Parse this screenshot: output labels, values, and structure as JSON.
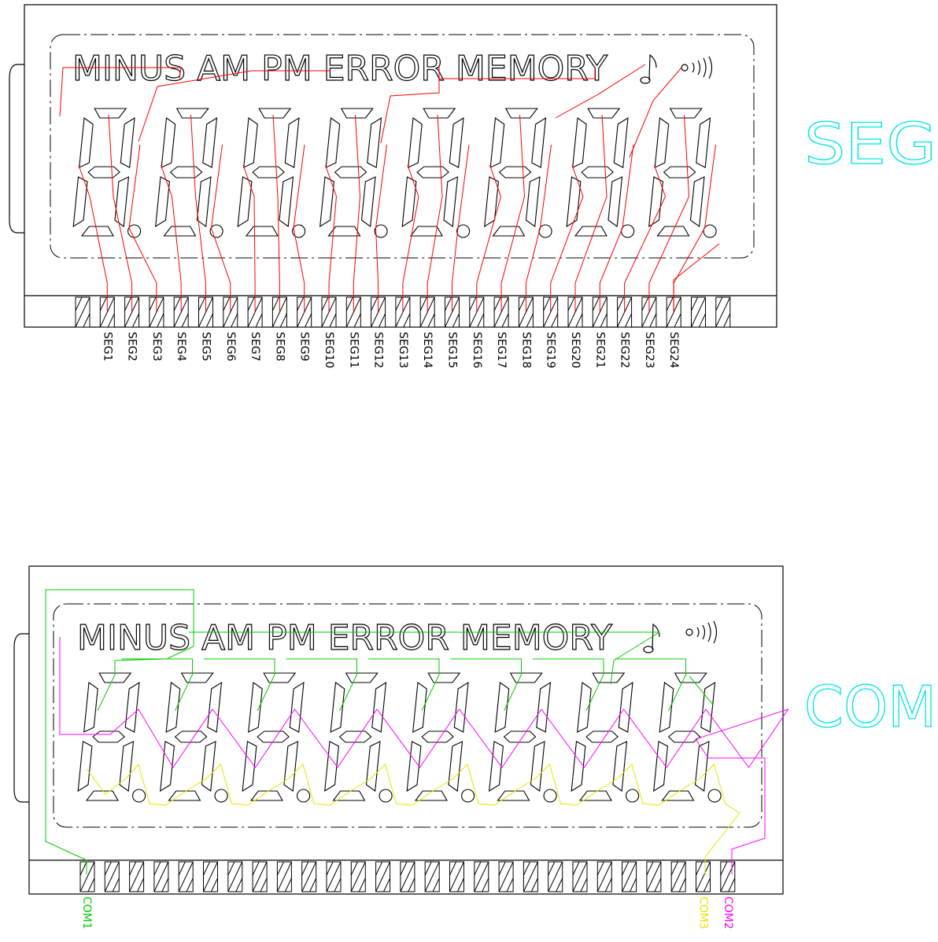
{
  "panels": [
    {
      "id": "seg",
      "title": "SEG",
      "indicators": [
        "MINUS",
        "AM",
        "PM",
        "ERROR",
        "MEMORY"
      ],
      "digit_count": 8,
      "pin_count": 27,
      "pin_labels": [
        "SEG1",
        "SEG2",
        "SEG3",
        "SEG4",
        "SEG5",
        "SEG6",
        "SEG7",
        "SEG8",
        "SEG9",
        "SEG10",
        "SEG11",
        "SEG12",
        "SEG13",
        "SEG14",
        "SEG15",
        "SEG16",
        "SEG17",
        "SEG18",
        "SEG19",
        "SEG20",
        "SEG21",
        "SEG22",
        "SEG23",
        "SEG24"
      ]
    },
    {
      "id": "com",
      "title": "COM",
      "indicators": [
        "MINUS",
        "AM",
        "PM",
        "ERROR",
        "MEMORY"
      ],
      "digit_count": 8,
      "pin_count": 27,
      "pin_labels_left": [
        "COM1"
      ],
      "pin_labels_right": [
        "COM3",
        "COM2"
      ]
    }
  ],
  "symbols": [
    "music-note-icon",
    "signal-waves-icon"
  ],
  "colors": {
    "outline": "#000000",
    "seg_trace": "#ff0000",
    "com1_trace": "#00cc00",
    "com2_trace": "#ff00ff",
    "com3_trace": "#e6e600",
    "title": "#00e5e5"
  }
}
